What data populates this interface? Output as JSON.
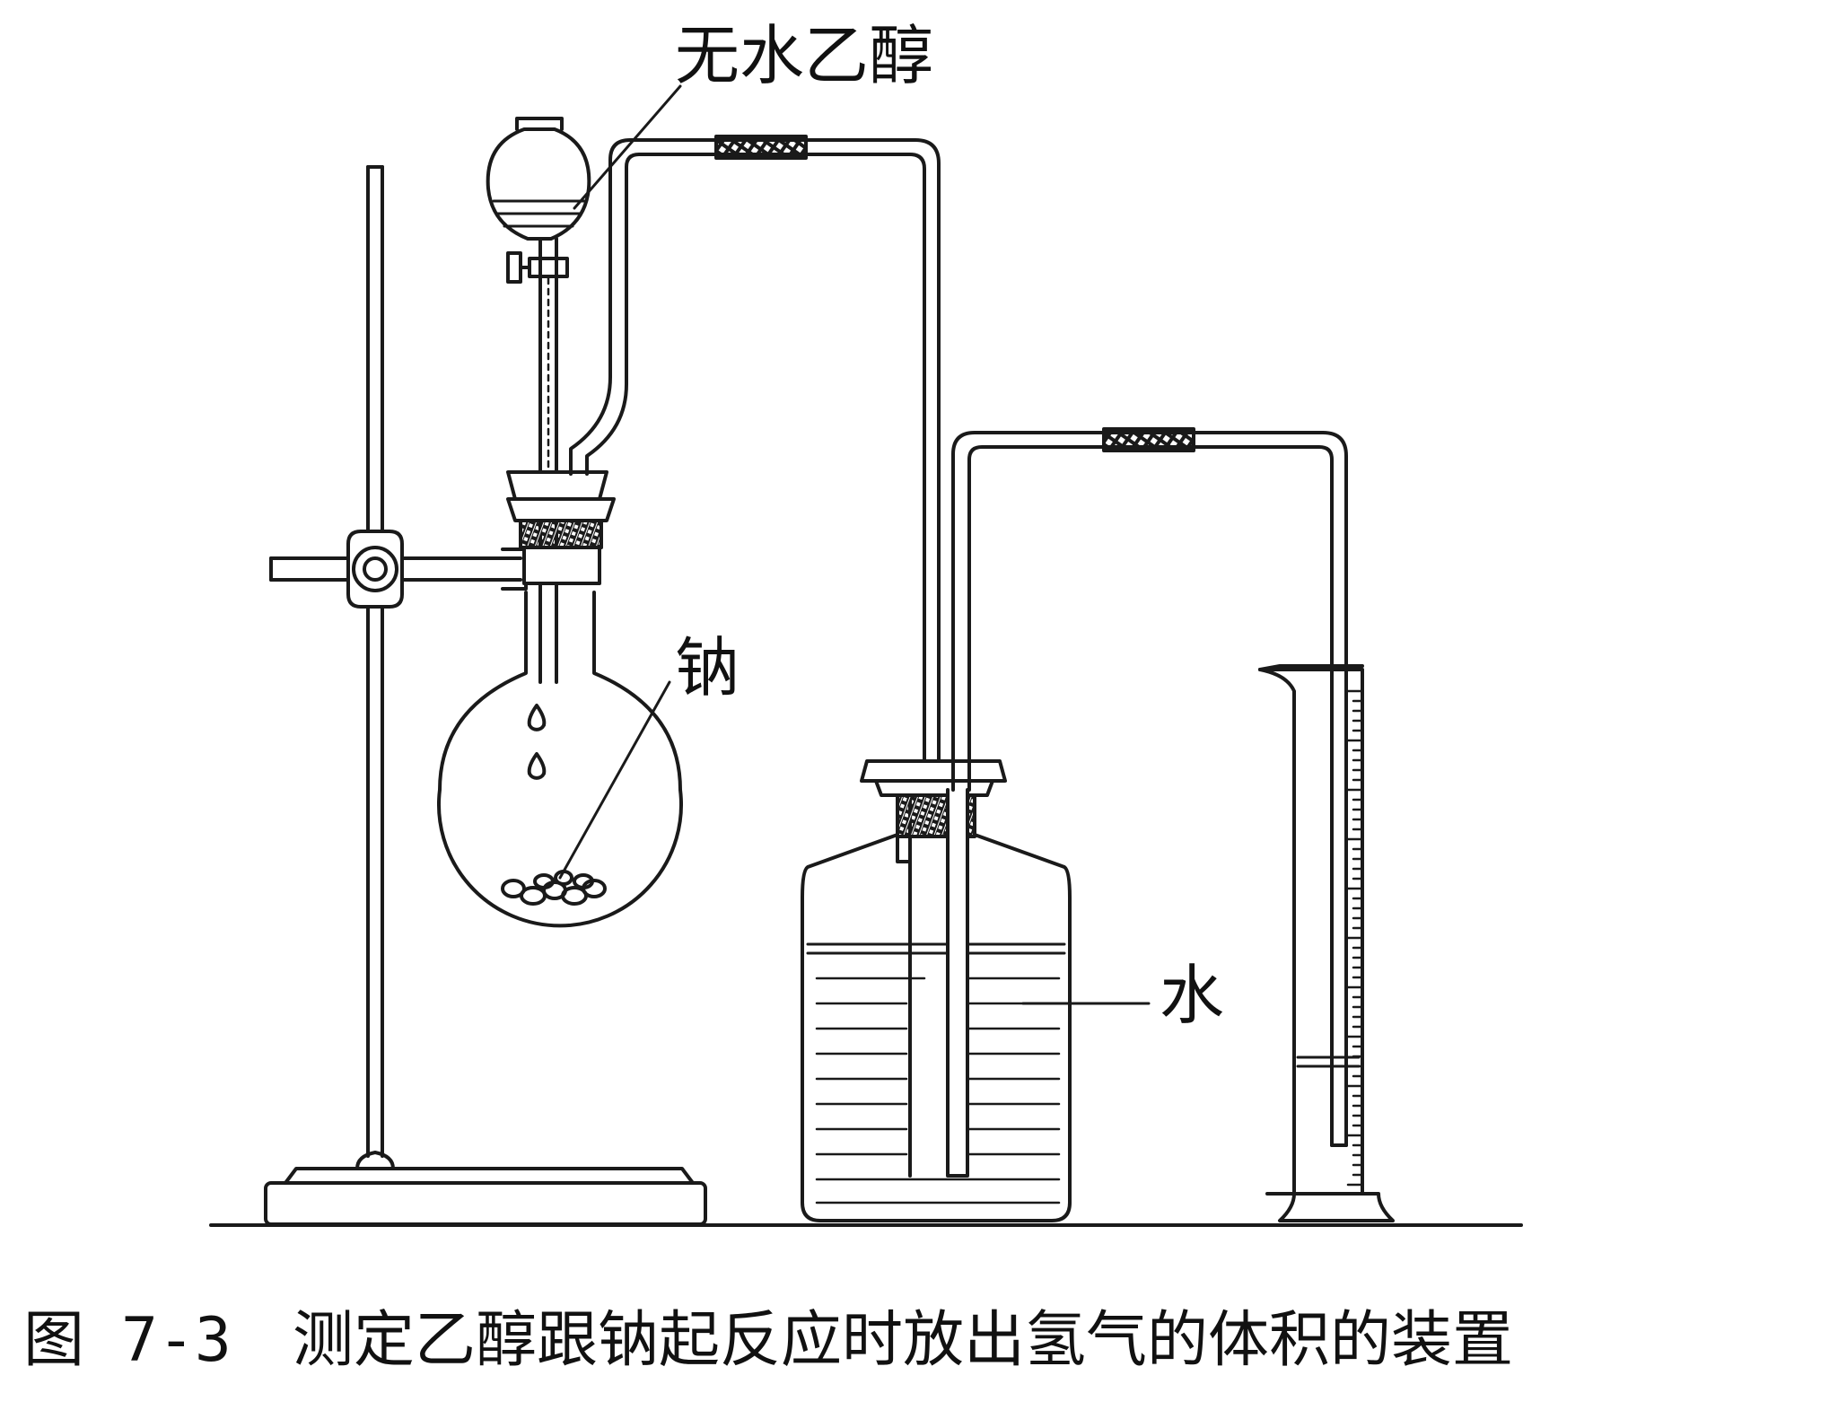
{
  "labels": {
    "ethanol": "无水乙醇",
    "sodium": "钠",
    "water": "水"
  },
  "caption": {
    "figure_number": "图 7-3",
    "text": "测定乙醇跟钠起反应时放出氢气的体积的装置"
  }
}
